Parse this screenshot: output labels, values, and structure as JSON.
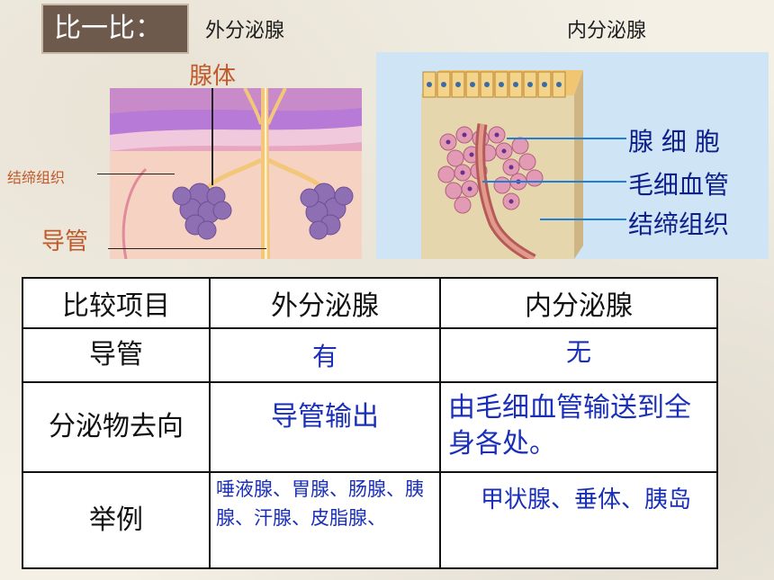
{
  "title": "比一比：",
  "top_labels": {
    "exocrine": "外分泌腺",
    "endocrine": "内分泌腺"
  },
  "exocrine_figure": {
    "labels": {
      "gland_body": "腺体",
      "connective_tissue": "结缔组织",
      "duct": "导管"
    }
  },
  "endocrine_figure": {
    "labels": {
      "gland_cell": "腺 细 胞",
      "capillary": "毛细血管",
      "connective_tissue": "结缔组织"
    }
  },
  "table": {
    "headers": [
      "比较项目",
      "外分泌腺",
      "内分泌腺"
    ],
    "rows": [
      {
        "item": "导管",
        "exocrine": "有",
        "endocrine": "无"
      },
      {
        "item": "分泌物去向",
        "exocrine": "导管输出",
        "endocrine": "由毛细血管输送到全身各处。"
      },
      {
        "item": "举例",
        "exocrine": "唾液腺、胃腺、肠腺、胰腺、汗腺、皮脂腺、",
        "endocrine": "甲状腺、垂体、胰岛"
      }
    ]
  },
  "colors": {
    "title_bg": "#6e5a4c",
    "label_orange": "#c05a2a",
    "label_navy": "#0d1f8a",
    "answer_blue": "#1a2fb8"
  }
}
